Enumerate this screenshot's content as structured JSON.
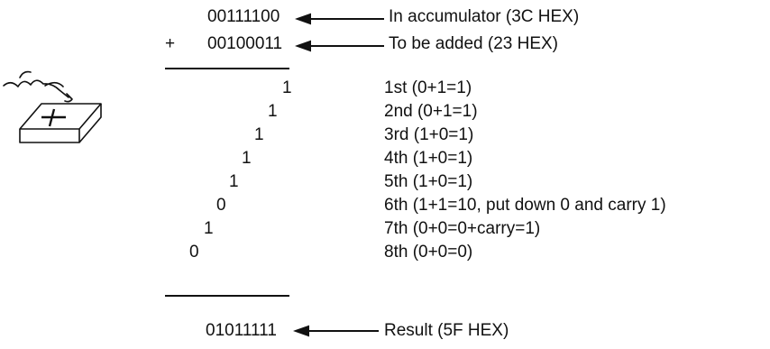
{
  "operands": {
    "accumulator": {
      "prefix": "",
      "bits": "00111100",
      "label": "In accumulator (3C HEX)"
    },
    "addend": {
      "prefix": "+",
      "bits": "00100011",
      "label": "To be added (23 HEX)"
    }
  },
  "steps": [
    {
      "bit": "1",
      "text": "1st (0+1=1)"
    },
    {
      "bit": "1",
      "text": "2nd (0+1=1)"
    },
    {
      "bit": "1",
      "text": "3rd (1+0=1)"
    },
    {
      "bit": "1",
      "text": "4th (1+0=1)"
    },
    {
      "bit": "1",
      "text": "5th (1+0=1)"
    },
    {
      "bit": "0",
      "text": "6th (1+1=10, put down 0 and carry 1)"
    },
    {
      "bit": "1",
      "text": "7th (0+0=0+carry=1)"
    },
    {
      "bit": "0",
      "text": "8th (0+0=0)"
    }
  ],
  "result": {
    "bits": "01011111",
    "label": "Result (5F HEX)"
  },
  "icons": {
    "key": "plus-key-icon",
    "hand": "pointing-hand-icon"
  },
  "colors": {
    "ink": "#111111",
    "background": "#ffffff"
  }
}
